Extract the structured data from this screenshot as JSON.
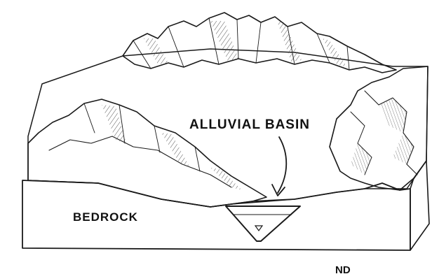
{
  "labels": {
    "basin": "ALLUVIAL BASIN",
    "bedrock": "BEDROCK",
    "partial": "ND"
  },
  "colors": {
    "ink": "#1a1a1a",
    "paper": "#ffffff",
    "hatch": "#555555",
    "fill_light": "#e6e6e6",
    "sediment": "#d0d0d0"
  }
}
